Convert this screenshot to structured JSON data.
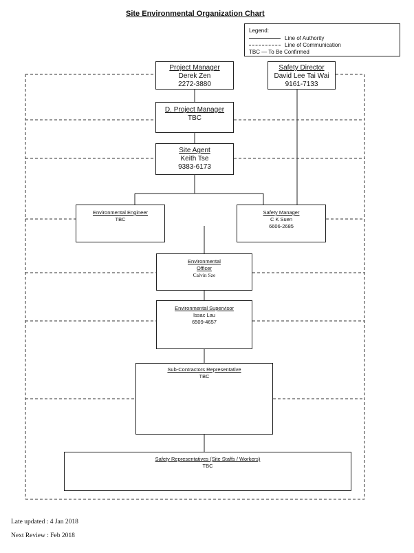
{
  "title": "Site Environmental Organization Chart",
  "legend": {
    "heading": "Legend:",
    "authority": "Line of Authority",
    "communication": "Line of Communication",
    "tbc": "TBC — To Be Confirmed"
  },
  "nodes": {
    "project_manager": {
      "role": "Project Manager",
      "name": "Derek Zen",
      "phone": "2272-3880"
    },
    "safety_director": {
      "role": "Safety Director",
      "name": "David Lee Tai Wai",
      "phone": "9161-7133"
    },
    "deputy_pm": {
      "role": "D. Project Manager",
      "name": "TBC"
    },
    "site_agent": {
      "role": "Site Agent",
      "name": "Keith Tse",
      "phone": "9383-6173"
    },
    "env_engineer": {
      "role": "Environmental Engineer",
      "name": "TBC"
    },
    "safety_manager": {
      "role": "Safety Manager",
      "name": "C K Suen",
      "phone": "6606-2685"
    },
    "env_officer": {
      "role1": "Environmental",
      "role2": "Officer",
      "name": "Calvin Sze"
    },
    "env_supervisor": {
      "role": "Environmental Supervisor",
      "name": "Issac Lau",
      "phone": "6509-4657"
    },
    "subcontractors": {
      "role": "Sub-Contractors Representative",
      "name": "TBC"
    },
    "safety_reps": {
      "role": "Safety Representatives (Site Staffs / Workers)",
      "name": "TBC"
    }
  },
  "footer": {
    "updated": "Late updated : 4 Jan 2018",
    "review": "Next Review : Feb 2018"
  }
}
